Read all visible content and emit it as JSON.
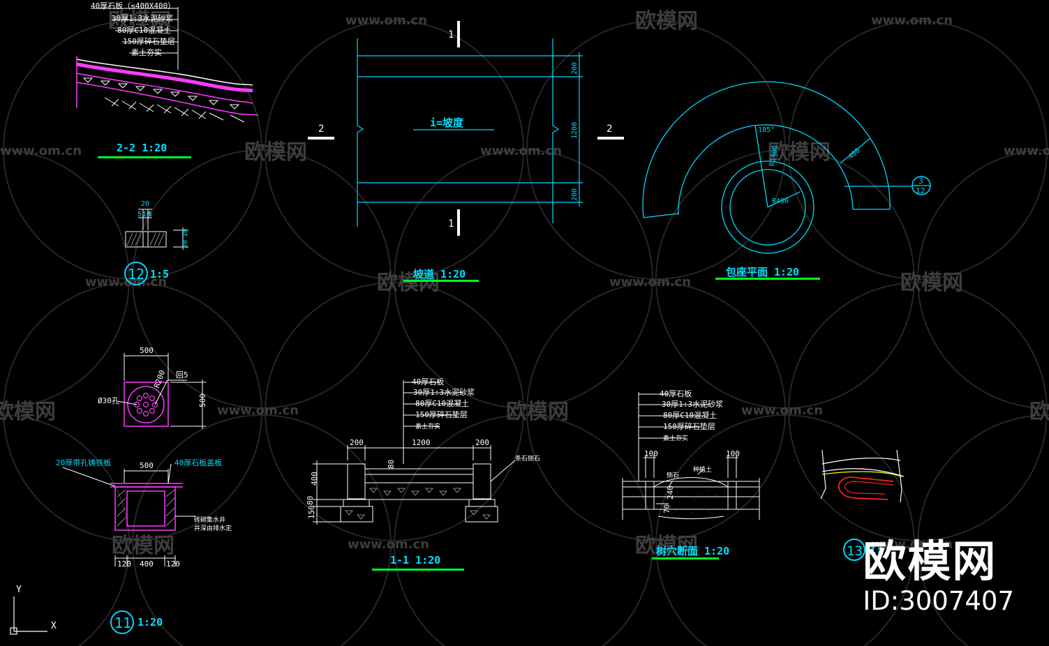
{
  "watermarks": {
    "site": "www.om.cn",
    "brand": "欧模网"
  },
  "brand": {
    "name": "欧模网",
    "id": "ID:3007407"
  },
  "axes": {
    "y": "Y",
    "x": "X"
  },
  "details": {
    "section_2_2": {
      "title": "2-2  1:20",
      "layers": [
        "40厚石板（≤400X400）",
        "30厚1:3水泥砂浆",
        "80厚C10混凝土",
        "150厚碎石垫层",
        "素土夯实"
      ]
    },
    "detail_12": {
      "num": "12",
      "scale": "1:5",
      "dims": [
        "20",
        "5",
        "10",
        "5",
        "30",
        "10"
      ]
    },
    "ramp": {
      "title": "坡道 1:20",
      "slope": "i=坡度",
      "dims": [
        "200",
        "1200",
        "200"
      ],
      "cut_marks": [
        "1",
        "1",
        "2",
        "2"
      ]
    },
    "seat_plan": {
      "title": "包座平面 1:20",
      "dims": {
        "angle": "185°",
        "r_outer": "R1400",
        "width": "400",
        "r_inner": "R400"
      },
      "ref": {
        "top": "3",
        "bottom": "12"
      }
    },
    "detail_11": {
      "num": "11",
      "scale": "1:20",
      "plan_dims": [
        "500",
        "500"
      ],
      "plan_labels": [
        "Ø30孔",
        "R200",
        "回5"
      ],
      "section_labels": [
        "20厚带孔铸铁板",
        "40厚石板盖板",
        "砖砌集水井",
        "井深由排水定"
      ],
      "section_dims": [
        "500",
        "120",
        "400",
        "120"
      ]
    },
    "section_1_1": {
      "title": "1-1    1:20",
      "layers": [
        "40厚石板",
        "30厚1:3水泥砂浆",
        "80厚C10混凝土",
        "150厚碎石垫层",
        "素土夯实"
      ],
      "dims": [
        "200",
        "1200",
        "200",
        "400",
        "150",
        "80",
        "80"
      ],
      "note": "条石侧石"
    },
    "tree_pit": {
      "title": "树穴断面 1:20",
      "layers": [
        "40厚石板",
        "30厚1:3水泥砂浆",
        "80厚C10混凝土",
        "150厚碎石垫层",
        "素土夯实"
      ],
      "dims": [
        "100",
        "100",
        "240",
        "70"
      ],
      "labels": [
        "侧石",
        "种植土"
      ]
    },
    "detail_13": {
      "num": "13",
      "scale": "1:"
    }
  }
}
